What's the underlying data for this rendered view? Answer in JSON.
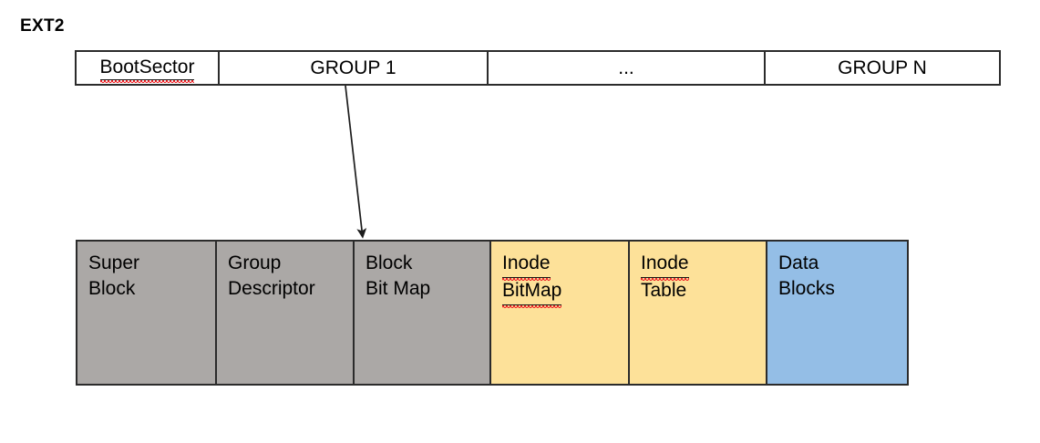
{
  "diagram": {
    "title": "EXT2",
    "colors": {
      "metadata_gray": "#ABA8A6",
      "inode_yellow": "#FDE199",
      "data_blue": "#94BEE6",
      "border": "#2B2B2B",
      "spellcheck_red": "#F0262A"
    },
    "group_row": {
      "name": "ext2-volume-layout",
      "cells": [
        {
          "label": "BootSector",
          "fill": "white",
          "misspelled": true
        },
        {
          "label": "GROUP 1",
          "fill": "white",
          "misspelled": false
        },
        {
          "label": "...",
          "fill": "white",
          "misspelled": false
        },
        {
          "label": "GROUP N",
          "fill": "white",
          "misspelled": false
        }
      ]
    },
    "block_group_row": {
      "name": "block-group-layout",
      "cells": [
        {
          "line1": "Super",
          "line2": "Block",
          "fill": "gray",
          "line1_misspelled": false,
          "line2_misspelled": false
        },
        {
          "line1": "Group",
          "line2": "Descriptor",
          "fill": "gray",
          "line1_misspelled": false,
          "line2_misspelled": false
        },
        {
          "line1": "Block",
          "line2": "Bit Map",
          "fill": "gray",
          "line1_misspelled": false,
          "line2_misspelled": false
        },
        {
          "line1": "Inode",
          "line2": "BitMap",
          "fill": "yellow",
          "line1_misspelled": true,
          "line2_misspelled": true
        },
        {
          "line1": "Inode",
          "line2": "Table",
          "fill": "yellow",
          "line1_misspelled": true,
          "line2_misspelled": false
        },
        {
          "line1": "Data",
          "line2": "Blocks",
          "fill": "blue",
          "line1_misspelled": false,
          "line2_misspelled": false
        }
      ]
    },
    "connector": {
      "name": "group1-expansion-arrow",
      "from": "GROUP 1",
      "to": "Block Bit Map"
    }
  }
}
